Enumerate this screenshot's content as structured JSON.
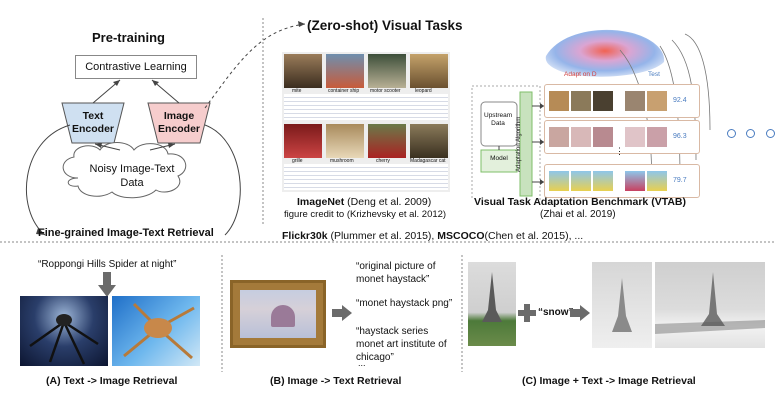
{
  "pretraining": {
    "title": "Pre-training",
    "contrastive": "Contrastive Learning",
    "text_encoder": [
      "Text",
      "Encoder"
    ],
    "image_encoder": [
      "Image",
      "Encoder"
    ],
    "noisy_data": [
      "Noisy Image-Text",
      "Data"
    ]
  },
  "zeroshot": {
    "title": "(Zero-shot) Visual Tasks",
    "imagenet_name": "ImageNet",
    "imagenet_cite": " (Deng et al. 2009)",
    "imagenet_credit": "figure credit to (Krizhevsky et al. 2012)",
    "imagenet_labels": [
      "mite",
      "container ship",
      "motor scooter",
      "leopard",
      "grille",
      "mushroom",
      "cherry",
      "Madagascar cat"
    ],
    "vtab_title": "Visual Task Adaptation Benchmark (VTAB)",
    "vtab_cite": "(Zhai et al. 2019)",
    "vtab_adapt": "Adapt on D",
    "vtab_test": "Test",
    "vtab_upstream": [
      "Upstream",
      "Data"
    ],
    "vtab_model": "Model",
    "vtab_algo": "Adaptation Algorithm",
    "vtab_scores": [
      "92.4",
      "96.3",
      "79.7"
    ],
    "ellipsis": "..."
  },
  "retrieval": {
    "title": "Fine-grained Image-Text Retrieval",
    "datasets_a_name": "Flickr30k",
    "datasets_a_cite": " (Plummer et al. 2015), ",
    "datasets_b_name": "MSCOCO",
    "datasets_b_cite": "(Chen et al. 2015), ..."
  },
  "panel_a": {
    "query": "“Roppongi Hills Spider at night”",
    "label": "(A) Text -> Image Retrieval"
  },
  "panel_b": {
    "captions": [
      [
        "“original picture of",
        "monet haystack”"
      ],
      [
        "“monet haystack png”"
      ],
      [
        "“haystack series",
        "monet art institute of",
        "chicago”"
      ]
    ],
    "more": "...",
    "label": "(B) Image -> Text Retrieval"
  },
  "panel_c": {
    "snow": "“snow”",
    "label": "(C) Image + Text -> Image Retrieval"
  },
  "colors": {
    "text_encoder": "#cfe0f1",
    "image_encoder": "#f6cdcd",
    "vtab_green": "#7fbf6a"
  }
}
